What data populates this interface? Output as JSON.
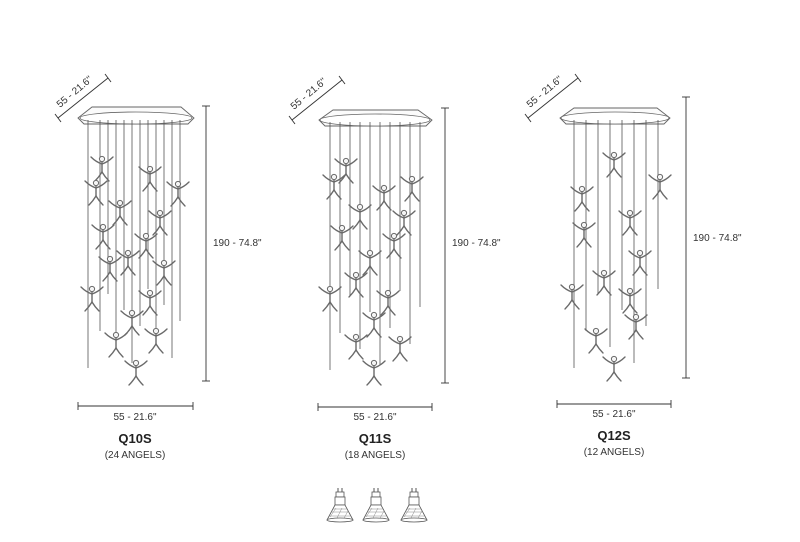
{
  "colors": {
    "line": "#333333",
    "wire": "#555555",
    "angel": "#6a6a6a",
    "background": "#ffffff"
  },
  "models": [
    {
      "code": "Q10S",
      "angels_label": "(24 ANGELS)",
      "canopy_dim": "55 - 21.6\"",
      "height_dim": "190 - 74.8\"",
      "width_dim": "55 - 21.6\""
    },
    {
      "code": "Q11S",
      "angels_label": "(18 ANGELS)",
      "canopy_dim": "55 - 21.6\"",
      "height_dim": "190 - 74.8\"",
      "width_dim": "55 - 21.6\""
    },
    {
      "code": "Q12S",
      "angels_label": "(12 ANGELS)",
      "canopy_dim": "55 - 21.6\"",
      "height_dim": "190 - 74.8\"",
      "width_dim": "55 - 21.6\""
    }
  ],
  "bulbs": [
    {
      "icon": "halogen-bulb-icon"
    },
    {
      "icon": "halogen-bulb-icon"
    },
    {
      "icon": "halogen-bulb-icon"
    }
  ]
}
